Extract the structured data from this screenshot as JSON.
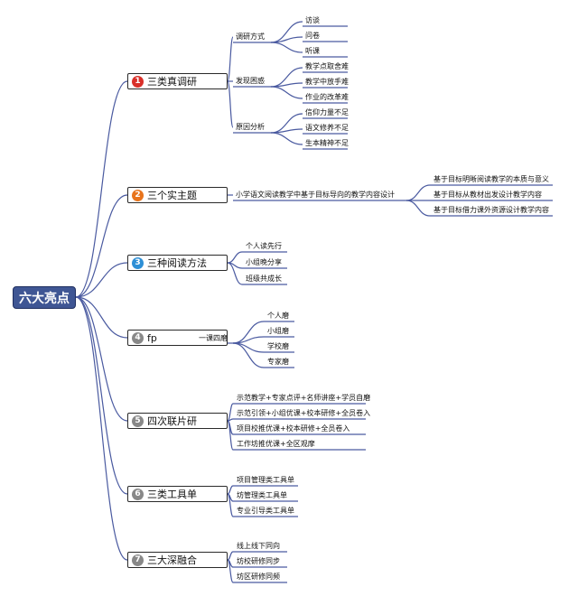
{
  "central": "六大亮点",
  "colors": {
    "link": "#4a5aa0",
    "central_bg": "#3f5694"
  },
  "branches": [
    {
      "num": "1",
      "badge_color": "#d9302a",
      "title": "三类真调研",
      "children": [
        {
          "label": "调研方式",
          "children": [
            "访谈",
            "问卷",
            "听课"
          ]
        },
        {
          "label": "发现困惑",
          "children": [
            "教学点取舍难",
            "教学中放手难",
            "作业的改革难"
          ]
        },
        {
          "label": "原因分析",
          "children": [
            "信仰力量不足",
            "语文修养不足",
            "生本精神不足"
          ]
        }
      ]
    },
    {
      "num": "2",
      "badge_color": "#e8741c",
      "title": "三个实主题",
      "children": [
        {
          "label": "小学语文阅读教学中基于目标导向的教学内容设计",
          "children": [
            "基于目标明晰阅读教学的本质与意义",
            "基于目标从教材出发设计教学内容",
            "基于目标借力课外资源设计教学内容"
          ]
        }
      ]
    },
    {
      "num": "3",
      "badge_color": "#2d8fd6",
      "title": "三种阅读方法",
      "children": [
        "个人读先行",
        "小组晚分享",
        "班级共成长"
      ]
    },
    {
      "num": "4",
      "badge_color": "#888888",
      "title": "fp",
      "children": [
        {
          "label": "一课四磨",
          "children": [
            "个人磨",
            "小组磨",
            "学校磨",
            "专家磨"
          ]
        }
      ]
    },
    {
      "num": "5",
      "badge_color": "#888888",
      "title": "四次联片研",
      "children": [
        "示范教学+专家点评+名师讲座+学员自磨",
        "示范引领+小组优课+校本研修+全员卷入",
        "项目校推优课+校本研修+全员卷入",
        "工作坊推优课+全区观摩"
      ]
    },
    {
      "num": "6",
      "badge_color": "#888888",
      "title": "三类工具单",
      "children": [
        "项目管理类工具单",
        "坊管理类工具单",
        "专业引导类工具单"
      ]
    },
    {
      "num": "7",
      "badge_color": "#888888",
      "title": "三大深融合",
      "children": [
        "线上线下同向",
        "坊校研修同步",
        "坊区研修同频"
      ]
    }
  ]
}
